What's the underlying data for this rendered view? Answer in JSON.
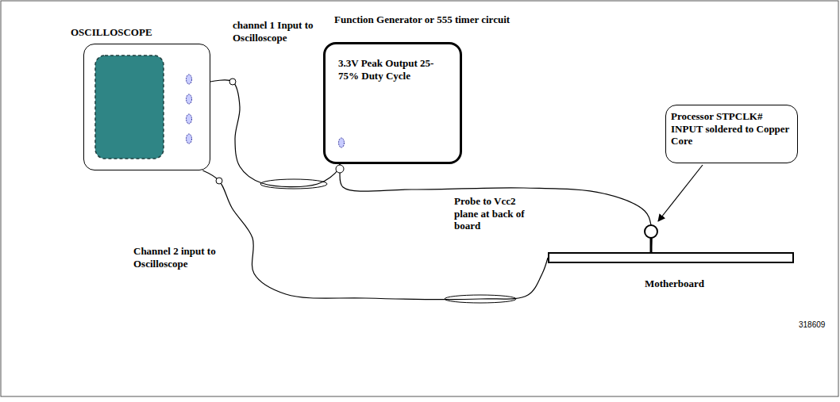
{
  "diagram": {
    "nodes": [
      {
        "text": [
          "OSCILLOSCOPE"
        ]
      },
      {
        "text": [
          "Function Generator or 555 timer circuit",
          "3.3V Peak Output 25-75% Duty Cycle"
        ]
      },
      {
        "text": [
          "Processor STPCLK# INPUT soldered to Copper Core"
        ]
      },
      {
        "text": [
          "Motherboard"
        ]
      }
    ],
    "edges": [
      {
        "from": 0,
        "to": 1,
        "arrow": "none"
      },
      {
        "from": 1,
        "to": 3,
        "arrow": "none"
      },
      {
        "from": 0,
        "to": 3,
        "arrow": "none"
      }
    ],
    "labels": [
      "channel 1 Input to Oscilloscope",
      "Probe to Vcc2 plane at back of board",
      "Channel 2 input to Oscilloscope",
      "318609"
    ]
  }
}
